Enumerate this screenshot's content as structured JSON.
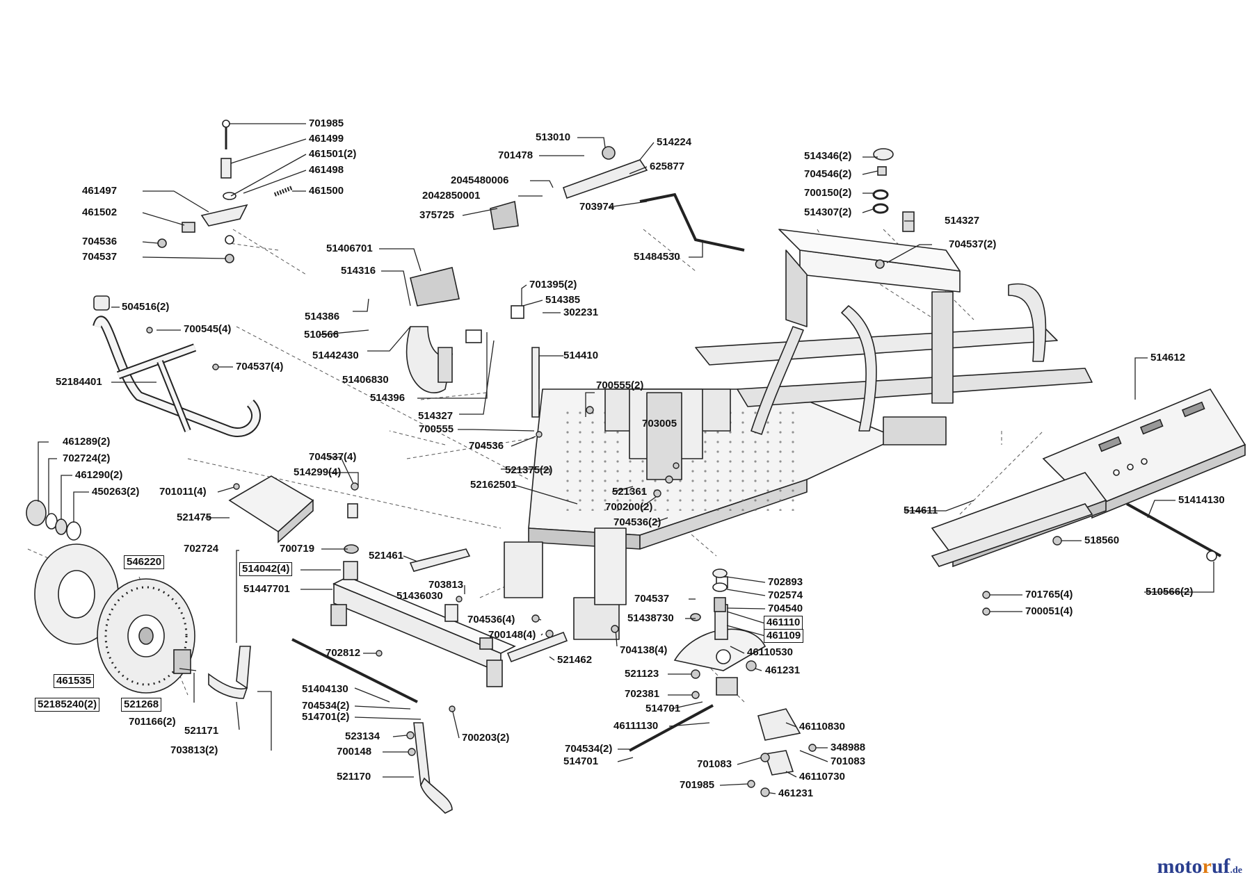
{
  "brand": {
    "part1": "moto",
    "part2": "r",
    "part3": "uf",
    "suffix": ".de"
  },
  "colors": {
    "line": "#222222",
    "part_fill": "#f2f2f2",
    "part_shade": "#b8b8b8",
    "brand_blue": "#2b3f8f",
    "brand_orange": "#e07a10"
  },
  "part_labels": [
    {
      "id": "l1",
      "text": "701985",
      "boxed": false
    },
    {
      "id": "l2",
      "text": "461499",
      "boxed": false
    },
    {
      "id": "l3",
      "text": "461501(2)",
      "boxed": false
    },
    {
      "id": "l4",
      "text": "461498",
      "boxed": false
    },
    {
      "id": "l5",
      "text": "461500",
      "boxed": false
    },
    {
      "id": "l6",
      "text": "461497",
      "boxed": false
    },
    {
      "id": "l7",
      "text": "461502",
      "boxed": false
    },
    {
      "id": "l8",
      "text": "704536",
      "boxed": false
    },
    {
      "id": "l9",
      "text": "704537",
      "boxed": false
    },
    {
      "id": "l10",
      "text": "504516(2)",
      "boxed": false
    },
    {
      "id": "l11",
      "text": "700545(4)",
      "boxed": false
    },
    {
      "id": "l12",
      "text": "704537(4)",
      "boxed": false
    },
    {
      "id": "l13",
      "text": "52184401",
      "boxed": false
    },
    {
      "id": "l14",
      "text": "461289(2)",
      "boxed": false
    },
    {
      "id": "l15",
      "text": "702724(2)",
      "boxed": false
    },
    {
      "id": "l16",
      "text": "461290(2)",
      "boxed": false
    },
    {
      "id": "l17",
      "text": "450263(2)",
      "boxed": false
    },
    {
      "id": "l18",
      "text": "701011(4)",
      "boxed": false
    },
    {
      "id": "l19",
      "text": "521475",
      "boxed": false
    },
    {
      "id": "l20",
      "text": "704537(4)",
      "boxed": false
    },
    {
      "id": "l21",
      "text": "514299(4)",
      "boxed": false
    },
    {
      "id": "l22",
      "text": "700719",
      "boxed": false
    },
    {
      "id": "l23",
      "text": "702724",
      "boxed": false
    },
    {
      "id": "l24",
      "text": "546220",
      "boxed": true
    },
    {
      "id": "l25",
      "text": "514042(4)",
      "boxed": true
    },
    {
      "id": "l26",
      "text": "51447701",
      "boxed": false
    },
    {
      "id": "l27",
      "text": "521461",
      "boxed": false
    },
    {
      "id": "l28",
      "text": "703813",
      "boxed": false
    },
    {
      "id": "l29",
      "text": "51436030",
      "boxed": false
    },
    {
      "id": "l30",
      "text": "704536(4)",
      "boxed": false
    },
    {
      "id": "l31",
      "text": "700148(4)",
      "boxed": false
    },
    {
      "id": "l32",
      "text": "521462",
      "boxed": false
    },
    {
      "id": "l33",
      "text": "702812",
      "boxed": false
    },
    {
      "id": "l34",
      "text": "461535",
      "boxed": true
    },
    {
      "id": "l35",
      "text": "521268",
      "boxed": true
    },
    {
      "id": "l36",
      "text": "52185240(2)",
      "boxed": true
    },
    {
      "id": "l37",
      "text": "701166(2)",
      "boxed": false
    },
    {
      "id": "l38",
      "text": "521171",
      "boxed": false
    },
    {
      "id": "l39",
      "text": "703813(2)",
      "boxed": false
    },
    {
      "id": "l40",
      "text": "51404130",
      "boxed": false
    },
    {
      "id": "l41",
      "text": "704534(2)",
      "boxed": false
    },
    {
      "id": "l42",
      "text": "514701(2)",
      "boxed": false
    },
    {
      "id": "l43",
      "text": "700203(2)",
      "boxed": false
    },
    {
      "id": "l44",
      "text": "523134",
      "boxed": false
    },
    {
      "id": "l45",
      "text": "700148",
      "boxed": false
    },
    {
      "id": "l46",
      "text": "521170",
      "boxed": false
    },
    {
      "id": "l47",
      "text": "513010",
      "boxed": false
    },
    {
      "id": "l48",
      "text": "514224",
      "boxed": false
    },
    {
      "id": "l49",
      "text": "701478",
      "boxed": false
    },
    {
      "id": "l50",
      "text": "625877",
      "boxed": false
    },
    {
      "id": "l51",
      "text": "2045480006",
      "boxed": false
    },
    {
      "id": "l52",
      "text": "2042850001",
      "boxed": false
    },
    {
      "id": "l53",
      "text": "703974",
      "boxed": false
    },
    {
      "id": "l54",
      "text": "375725",
      "boxed": false
    },
    {
      "id": "l55",
      "text": "51484530",
      "boxed": false
    },
    {
      "id": "l56",
      "text": "51406701",
      "boxed": false
    },
    {
      "id": "l57",
      "text": "514316",
      "boxed": false
    },
    {
      "id": "l58",
      "text": "701395(2)",
      "boxed": false
    },
    {
      "id": "l59",
      "text": "514385",
      "boxed": false
    },
    {
      "id": "l60",
      "text": "514386",
      "boxed": false
    },
    {
      "id": "l61",
      "text": "302231",
      "boxed": false
    },
    {
      "id": "l62",
      "text": "510566",
      "boxed": false
    },
    {
      "id": "l63",
      "text": "51442430",
      "boxed": false
    },
    {
      "id": "l64",
      "text": "514410",
      "boxed": false
    },
    {
      "id": "l65",
      "text": "51406830",
      "boxed": false
    },
    {
      "id": "l66",
      "text": "514396",
      "boxed": false
    },
    {
      "id": "l67",
      "text": "514327",
      "boxed": false
    },
    {
      "id": "l68",
      "text": "700555",
      "boxed": false
    },
    {
      "id": "l69",
      "text": "704536",
      "boxed": false
    },
    {
      "id": "l70",
      "text": "700555(2)",
      "boxed": false
    },
    {
      "id": "l71",
      "text": "703005",
      "boxed": false
    },
    {
      "id": "l72",
      "text": "521375(2)",
      "boxed": false
    },
    {
      "id": "l73",
      "text": "52162501",
      "boxed": false
    },
    {
      "id": "l74",
      "text": "521361",
      "boxed": false
    },
    {
      "id": "l75",
      "text": "700200(2)",
      "boxed": false
    },
    {
      "id": "l76",
      "text": "704536(2)",
      "boxed": false
    },
    {
      "id": "l77",
      "text": "514346(2)",
      "boxed": false
    },
    {
      "id": "l78",
      "text": "704546(2)",
      "boxed": false
    },
    {
      "id": "l79",
      "text": "700150(2)",
      "boxed": false
    },
    {
      "id": "l80",
      "text": "514307(2)",
      "boxed": false
    },
    {
      "id": "l81",
      "text": "514327",
      "boxed": false
    },
    {
      "id": "l82",
      "text": "704537(2)",
      "boxed": false
    },
    {
      "id": "l83",
      "text": "514612",
      "boxed": false
    },
    {
      "id": "l84",
      "text": "514611",
      "boxed": false
    },
    {
      "id": "l85",
      "text": "51414130",
      "boxed": false
    },
    {
      "id": "l86",
      "text": "518560",
      "boxed": false
    },
    {
      "id": "l87",
      "text": "701765(4)",
      "boxed": false
    },
    {
      "id": "l88",
      "text": "700051(4)",
      "boxed": false
    },
    {
      "id": "l89",
      "text": "510566(2)",
      "boxed": false
    },
    {
      "id": "l90",
      "text": "702893",
      "boxed": false
    },
    {
      "id": "l91",
      "text": "702574",
      "boxed": false
    },
    {
      "id": "l92",
      "text": "704537",
      "boxed": false
    },
    {
      "id": "l93",
      "text": "704540",
      "boxed": false
    },
    {
      "id": "l94",
      "text": "51438730",
      "boxed": false
    },
    {
      "id": "l95",
      "text": "461110",
      "boxed": true
    },
    {
      "id": "l96",
      "text": "461109",
      "boxed": true
    },
    {
      "id": "l97",
      "text": "704138(4)",
      "boxed": false
    },
    {
      "id": "l98",
      "text": "46110530",
      "boxed": false
    },
    {
      "id": "l99",
      "text": "521123",
      "boxed": false
    },
    {
      "id": "l100",
      "text": "461231",
      "boxed": false
    },
    {
      "id": "l101",
      "text": "702381",
      "boxed": false
    },
    {
      "id": "l102",
      "text": "514701",
      "boxed": false
    },
    {
      "id": "l103",
      "text": "46111130",
      "boxed": false
    },
    {
      "id": "l104",
      "text": "46110830",
      "boxed": false
    },
    {
      "id": "l105",
      "text": "704534(2)",
      "boxed": false
    },
    {
      "id": "l106",
      "text": "348988",
      "boxed": false
    },
    {
      "id": "l107",
      "text": "514701",
      "boxed": false
    },
    {
      "id": "l108",
      "text": "701083",
      "boxed": false
    },
    {
      "id": "l109",
      "text": "701083",
      "boxed": false
    },
    {
      "id": "l110",
      "text": "46110730",
      "boxed": false
    },
    {
      "id": "l111",
      "text": "701985",
      "boxed": false
    },
    {
      "id": "l112",
      "text": "461231",
      "boxed": false
    }
  ]
}
